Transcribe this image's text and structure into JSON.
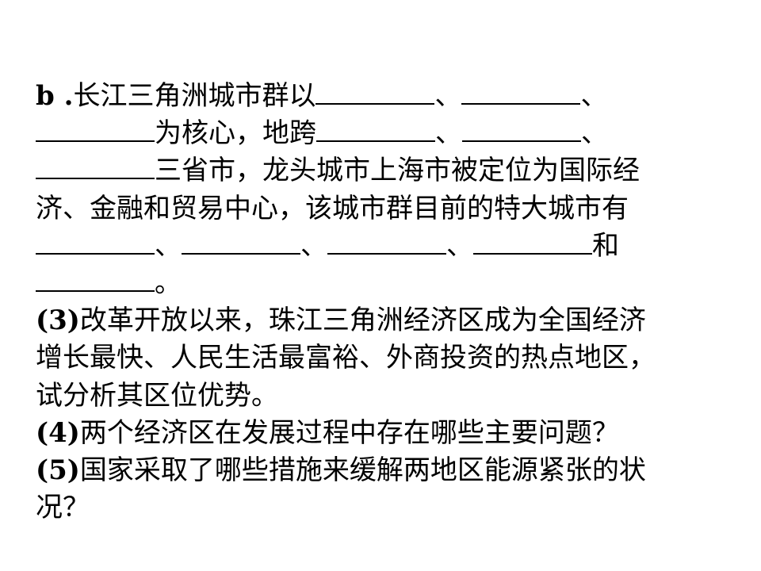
{
  "lines": [
    {
      "label": "b .",
      "parts": [
        "长江三角洲城市群以",
        "、",
        "、"
      ]
    },
    {
      "parts": [
        "为核心，地跨",
        "、",
        "、"
      ]
    },
    {
      "parts": [
        "三省市，龙头城市上海市被定位为国际经"
      ]
    },
    {
      "parts": [
        "济、金融和贸易中心，该城市群目前的特大城市有"
      ]
    },
    {
      "parts": [
        "、",
        "、",
        "、",
        "和"
      ]
    },
    {
      "parts": [
        "。"
      ]
    },
    {
      "label": "(3)",
      "parts": [
        "改革开放以来，珠江三角洲经济区成为全国经济"
      ]
    },
    {
      "parts": [
        "增长最快、人民生活最富裕、外商投资的热点地区，"
      ]
    },
    {
      "parts": [
        "试分析其区位优势。"
      ]
    },
    {
      "label": "(4)",
      "parts": [
        "两个经济区在发展过程中存在哪些主要问题？"
      ]
    },
    {
      "label": "(5)",
      "parts": [
        "国家采取了哪些措施来缓解两地区能源紧张的状"
      ]
    },
    {
      "parts": [
        "况？"
      ]
    }
  ]
}
